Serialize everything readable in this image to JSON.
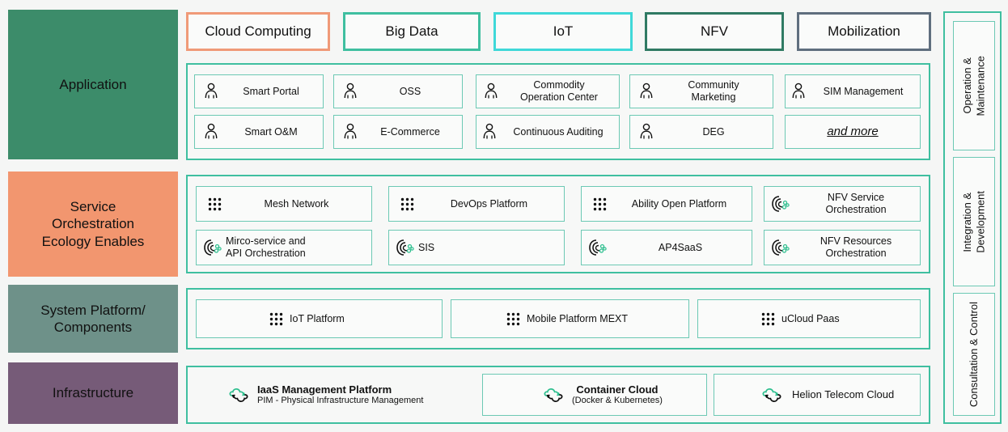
{
  "theme": {
    "background": "#f5f6f5",
    "panel_border": "#3fbfa0",
    "card_border": "#6cc9b4",
    "accent_green": "#3fbfa0"
  },
  "tabs": [
    {
      "label": "Cloud Computing",
      "color": "#f09a78"
    },
    {
      "label": "Big Data",
      "color": "#3fbfa0"
    },
    {
      "label": "IoT",
      "color": "#3fd8d8"
    },
    {
      "label": "NFV",
      "color": "#2f7a63"
    },
    {
      "label": "Mobilization",
      "color": "#5f6e7e"
    }
  ],
  "layers": [
    {
      "name": "Application",
      "label": "Application",
      "color": "#3c8c6a",
      "items": [
        {
          "label": "Smart Portal",
          "icon": "person-icon"
        },
        {
          "label": "OSS",
          "icon": "person-icon"
        },
        {
          "label": "Commodity\nOperation Center",
          "icon": "person-icon"
        },
        {
          "label": "Community\nMarketing",
          "icon": "person-icon"
        },
        {
          "label": "SIM Management",
          "icon": "person-icon"
        },
        {
          "label": "Smart O&M",
          "icon": "person-icon"
        },
        {
          "label": "E-Commerce",
          "icon": "person-icon"
        },
        {
          "label": "Continuous Auditing",
          "icon": "person-icon"
        },
        {
          "label": "DEG",
          "icon": "person-icon"
        },
        {
          "label": "and more",
          "icon": "none"
        }
      ]
    },
    {
      "name": "Service Orchestration Ecology Enables",
      "label": "Service\nOrchestration\nEcology Enables",
      "color": "#f2966f",
      "items": [
        {
          "label": "Mesh Network",
          "icon": "grid-icon"
        },
        {
          "label": "DevOps Platform",
          "icon": "grid-icon"
        },
        {
          "label": "Ability Open Platform",
          "icon": "grid-icon"
        },
        {
          "label": "NFV Service\nOrchestration",
          "icon": "orchestration-icon"
        },
        {
          "label": "Mirco-service and\nAPI Orchestration",
          "icon": "orchestration-icon"
        },
        {
          "label": "SIS",
          "icon": "orchestration-icon"
        },
        {
          "label": "AP4SaaS",
          "icon": "orchestration-icon"
        },
        {
          "label": "NFV Resources\nOrchestration",
          "icon": "orchestration-icon"
        }
      ]
    },
    {
      "name": "System Platform Components",
      "label": "System Platform/\nComponents",
      "color": "#6e9189",
      "items": [
        {
          "label": "IoT Platform",
          "icon": "grid-icon"
        },
        {
          "label": "Mobile Platform MEXT",
          "icon": "grid-icon"
        },
        {
          "label": "uCloud Paas",
          "icon": "grid-icon"
        }
      ]
    },
    {
      "name": "Infrastructure",
      "label": "Infrastructure",
      "color": "#765b78",
      "items": [
        {
          "label": "IaaS Management Platform",
          "sublabel": "PIM - Physical Infrastructure Management",
          "icon": "cloud-icon",
          "bordered": false
        },
        {
          "label": "Container Cloud",
          "sublabel": "(Docker & Kubernetes)",
          "icon": "cloud-icon",
          "bordered": true
        },
        {
          "label": "Helion Telecom Cloud",
          "sublabel": "",
          "icon": "cloud-icon",
          "bordered": true
        }
      ]
    }
  ],
  "side_rail": [
    {
      "label": "Operation &\nMaintenance"
    },
    {
      "label": "Integration &\nDevelopment"
    },
    {
      "label": "Consultation & Control"
    }
  ]
}
